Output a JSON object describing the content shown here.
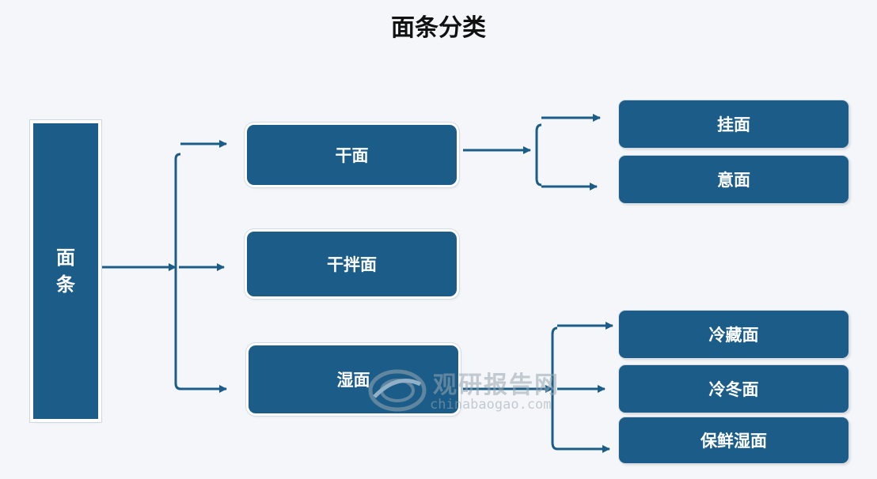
{
  "title": "面条分类",
  "root": {
    "label_line1": "面",
    "label_line2": "条"
  },
  "categories": [
    {
      "label": "干面",
      "children": [
        "挂面",
        "意面"
      ]
    },
    {
      "label": "干拌面",
      "children": []
    },
    {
      "label": "湿面",
      "children": [
        "冷藏面",
        "冷冬面",
        "保鲜湿面"
      ]
    }
  ],
  "watermark": {
    "cn": "观研报告网",
    "en": "chinabaogao.com"
  },
  "colors": {
    "box": "#1b5d88",
    "line": "#1b5d88",
    "background": "#f4f6f9"
  }
}
